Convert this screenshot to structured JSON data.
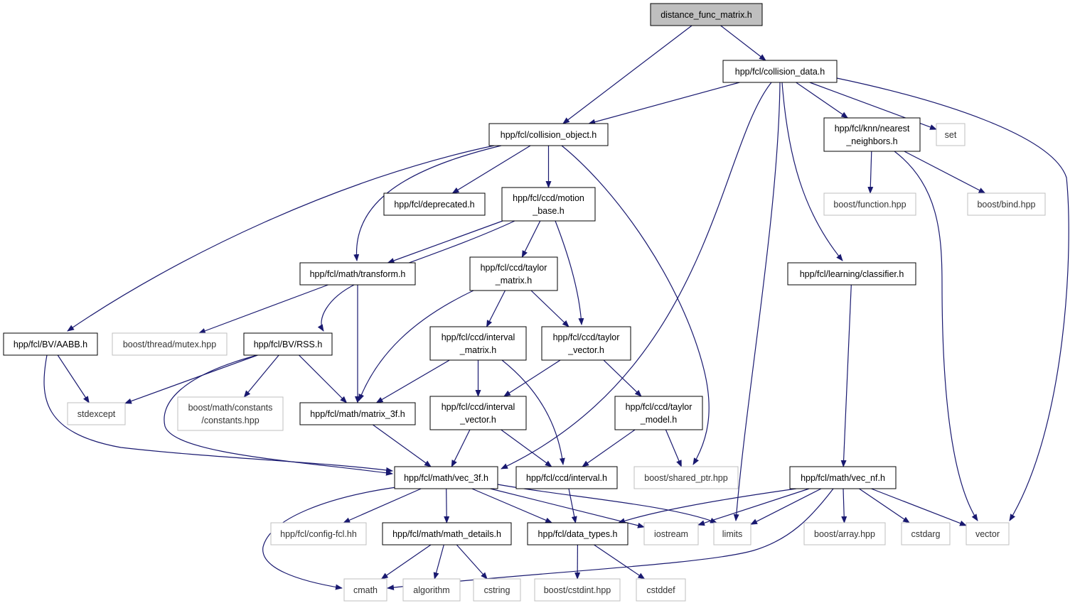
{
  "colors": {
    "edge": "#191970",
    "node_border": "#000000",
    "ext_border": "#bfbfbf",
    "root_fill": "#bfbfbf",
    "node_fill": "#ffffff"
  },
  "nodes": [
    {
      "id": "root",
      "lines": [
        "distance_func_matrix.h"
      ],
      "kind": "root"
    },
    {
      "id": "collision_data",
      "lines": [
        "hpp/fcl/collision_data.h"
      ],
      "kind": "header"
    },
    {
      "id": "collision_object",
      "lines": [
        "hpp/fcl/collision_object.h"
      ],
      "kind": "header"
    },
    {
      "id": "knn",
      "lines": [
        "hpp/fcl/knn/nearest",
        "_neighbors.h"
      ],
      "kind": "header"
    },
    {
      "id": "set",
      "lines": [
        "set"
      ],
      "kind": "external"
    },
    {
      "id": "deprecated",
      "lines": [
        "hpp/fcl/deprecated.h"
      ],
      "kind": "header"
    },
    {
      "id": "motion_base",
      "lines": [
        "hpp/fcl/ccd/motion",
        "_base.h"
      ],
      "kind": "header"
    },
    {
      "id": "boost_function",
      "lines": [
        "boost/function.hpp"
      ],
      "kind": "external"
    },
    {
      "id": "boost_bind",
      "lines": [
        "boost/bind.hpp"
      ],
      "kind": "external"
    },
    {
      "id": "transform",
      "lines": [
        "hpp/fcl/math/transform.h"
      ],
      "kind": "header"
    },
    {
      "id": "taylor_matrix",
      "lines": [
        "hpp/fcl/ccd/taylor",
        "_matrix.h"
      ],
      "kind": "header"
    },
    {
      "id": "classifier",
      "lines": [
        "hpp/fcl/learning/classifier.h"
      ],
      "kind": "header"
    },
    {
      "id": "aabb",
      "lines": [
        "hpp/fcl/BV/AABB.h"
      ],
      "kind": "header"
    },
    {
      "id": "mutex",
      "lines": [
        "boost/thread/mutex.hpp"
      ],
      "kind": "external"
    },
    {
      "id": "rss",
      "lines": [
        "hpp/fcl/BV/RSS.h"
      ],
      "kind": "header"
    },
    {
      "id": "interval_matrix",
      "lines": [
        "hpp/fcl/ccd/interval",
        "_matrix.h"
      ],
      "kind": "header"
    },
    {
      "id": "taylor_vector",
      "lines": [
        "hpp/fcl/ccd/taylor",
        "_vector.h"
      ],
      "kind": "header"
    },
    {
      "id": "stdexcept",
      "lines": [
        "stdexcept"
      ],
      "kind": "external"
    },
    {
      "id": "constants",
      "lines": [
        "boost/math/constants",
        "/constants.hpp"
      ],
      "kind": "external"
    },
    {
      "id": "matrix_3f",
      "lines": [
        "hpp/fcl/math/matrix_3f.h"
      ],
      "kind": "header"
    },
    {
      "id": "interval_vector",
      "lines": [
        "hpp/fcl/ccd/interval",
        "_vector.h"
      ],
      "kind": "header"
    },
    {
      "id": "taylor_model",
      "lines": [
        "hpp/fcl/ccd/taylor",
        "_model.h"
      ],
      "kind": "header"
    },
    {
      "id": "vec_3f",
      "lines": [
        "hpp/fcl/math/vec_3f.h"
      ],
      "kind": "header"
    },
    {
      "id": "interval",
      "lines": [
        "hpp/fcl/ccd/interval.h"
      ],
      "kind": "header"
    },
    {
      "id": "shared_ptr",
      "lines": [
        "boost/shared_ptr.hpp"
      ],
      "kind": "external"
    },
    {
      "id": "vec_nf",
      "lines": [
        "hpp/fcl/math/vec_nf.h"
      ],
      "kind": "header"
    },
    {
      "id": "config_fcl",
      "lines": [
        "hpp/fcl/config-fcl.hh"
      ],
      "kind": "external"
    },
    {
      "id": "math_details",
      "lines": [
        "hpp/fcl/math/math_details.h"
      ],
      "kind": "header"
    },
    {
      "id": "data_types",
      "lines": [
        "hpp/fcl/data_types.h"
      ],
      "kind": "header"
    },
    {
      "id": "iostream",
      "lines": [
        "iostream"
      ],
      "kind": "external"
    },
    {
      "id": "limits",
      "lines": [
        "limits"
      ],
      "kind": "external"
    },
    {
      "id": "boost_array",
      "lines": [
        "boost/array.hpp"
      ],
      "kind": "external"
    },
    {
      "id": "cstdarg",
      "lines": [
        "cstdarg"
      ],
      "kind": "external"
    },
    {
      "id": "vector",
      "lines": [
        "vector"
      ],
      "kind": "external"
    },
    {
      "id": "cmath",
      "lines": [
        "cmath"
      ],
      "kind": "external"
    },
    {
      "id": "algorithm",
      "lines": [
        "algorithm"
      ],
      "kind": "external"
    },
    {
      "id": "cstring",
      "lines": [
        "cstring"
      ],
      "kind": "external"
    },
    {
      "id": "boost_cstdint",
      "lines": [
        "boost/cstdint.hpp"
      ],
      "kind": "external"
    },
    {
      "id": "cstddef",
      "lines": [
        "cstddef"
      ],
      "kind": "external"
    }
  ],
  "edges": [
    [
      "root",
      "collision_object"
    ],
    [
      "root",
      "collision_data"
    ],
    [
      "collision_data",
      "collision_object"
    ],
    [
      "collision_data",
      "vec_3f"
    ],
    [
      "collision_data",
      "limits"
    ],
    [
      "collision_data",
      "classifier"
    ],
    [
      "collision_data",
      "knn"
    ],
    [
      "collision_data",
      "set"
    ],
    [
      "collision_data",
      "vector"
    ],
    [
      "collision_object",
      "aabb"
    ],
    [
      "collision_object",
      "transform"
    ],
    [
      "collision_object",
      "deprecated"
    ],
    [
      "collision_object",
      "motion_base"
    ],
    [
      "collision_object",
      "shared_ptr"
    ],
    [
      "knn",
      "boost_function"
    ],
    [
      "knn",
      "boost_bind"
    ],
    [
      "knn",
      "vector"
    ],
    [
      "motion_base",
      "transform"
    ],
    [
      "motion_base",
      "rss"
    ],
    [
      "motion_base",
      "taylor_matrix"
    ],
    [
      "motion_base",
      "taylor_vector"
    ],
    [
      "transform",
      "mutex"
    ],
    [
      "transform",
      "matrix_3f"
    ],
    [
      "taylor_matrix",
      "matrix_3f"
    ],
    [
      "taylor_matrix",
      "interval_matrix"
    ],
    [
      "taylor_matrix",
      "taylor_vector"
    ],
    [
      "classifier",
      "vec_nf"
    ],
    [
      "aabb",
      "stdexcept"
    ],
    [
      "aabb",
      "vec_3f"
    ],
    [
      "rss",
      "stdexcept"
    ],
    [
      "rss",
      "vec_3f"
    ],
    [
      "rss",
      "constants"
    ],
    [
      "rss",
      "matrix_3f"
    ],
    [
      "interval_matrix",
      "matrix_3f"
    ],
    [
      "interval_matrix",
      "interval_vector"
    ],
    [
      "interval_matrix",
      "interval"
    ],
    [
      "taylor_vector",
      "interval_vector"
    ],
    [
      "taylor_vector",
      "taylor_model"
    ],
    [
      "matrix_3f",
      "vec_3f"
    ],
    [
      "interval_vector",
      "vec_3f"
    ],
    [
      "interval_vector",
      "interval"
    ],
    [
      "taylor_model",
      "interval"
    ],
    [
      "taylor_model",
      "shared_ptr"
    ],
    [
      "vec_3f",
      "cmath"
    ],
    [
      "vec_3f",
      "config_fcl"
    ],
    [
      "vec_3f",
      "math_details"
    ],
    [
      "vec_3f",
      "data_types"
    ],
    [
      "vec_3f",
      "iostream"
    ],
    [
      "vec_3f",
      "limits"
    ],
    [
      "interval",
      "data_types"
    ],
    [
      "vec_nf",
      "data_types"
    ],
    [
      "vec_nf",
      "iostream"
    ],
    [
      "vec_nf",
      "limits"
    ],
    [
      "vec_nf",
      "boost_array"
    ],
    [
      "vec_nf",
      "cstdarg"
    ],
    [
      "vec_nf",
      "vector"
    ],
    [
      "vec_nf",
      "cmath"
    ],
    [
      "math_details",
      "cmath"
    ],
    [
      "math_details",
      "algorithm"
    ],
    [
      "math_details",
      "cstring"
    ],
    [
      "data_types",
      "boost_cstdint"
    ],
    [
      "data_types",
      "cstddef"
    ]
  ]
}
